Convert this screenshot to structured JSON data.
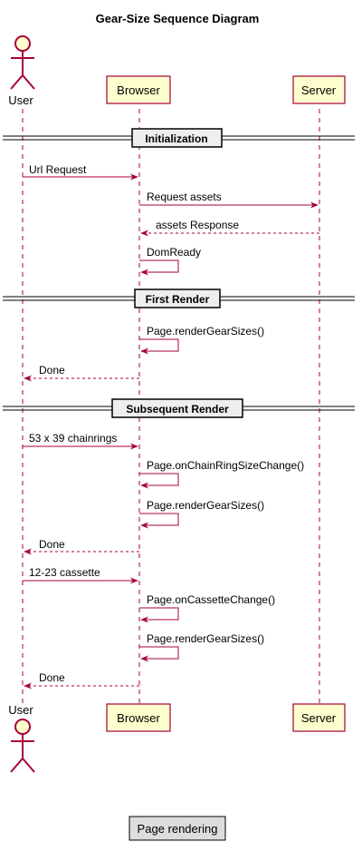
{
  "title": "Gear-Size Sequence Diagram",
  "participants": {
    "user": "User",
    "browser": "Browser",
    "server": "Server"
  },
  "dividers": {
    "init": "Initialization",
    "first": "First Render",
    "subsequent": "Subsequent Render"
  },
  "messages": {
    "m1": "Url Request",
    "m2": "Request assets",
    "m3": "assets Response",
    "m4": "DomReady",
    "m5": "Page.renderGearSizes()",
    "m6": "Done",
    "m7": "53 x 39 chainrings",
    "m8": "Page.onChainRingSizeChange()",
    "m9": "Page.renderGearSizes()",
    "m10": "Done",
    "m11": "12-23 cassette",
    "m12": "Page.onCassetteChange()",
    "m13": "Page.renderGearSizes()",
    "m14": "Done"
  },
  "legend": "Page rendering",
  "colors": {
    "border": "#A80036",
    "participant_fill": "#FEFECE",
    "divider_fill": "#EEEEEE",
    "legend_fill": "#DDDDDD"
  }
}
